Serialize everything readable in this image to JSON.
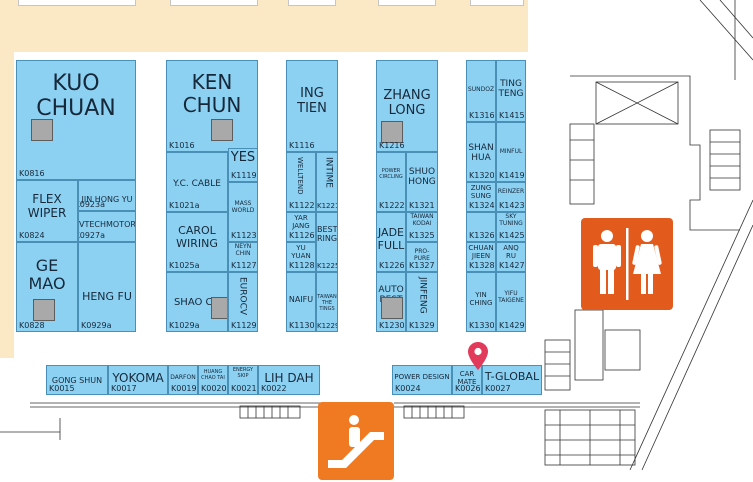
{
  "colors": {
    "booth": "#8dd1f2",
    "booth_border": "#4a8fb5",
    "zone": "#fbe8c4",
    "restroom": "#e25b1c",
    "escalator": "#ef7a22",
    "pin": "#e23a5b"
  },
  "icons": {
    "restroom": "restroom-icon",
    "escalator": "escalator-icon",
    "location": "map-pin-icon"
  },
  "booths": [
    {
      "name": "KUO\nCHUAN",
      "code": "K0816"
    },
    {
      "name": "FLEX\nWIPER",
      "code": "K0824"
    },
    {
      "name": "JIN HONG YU",
      "code": "K0923a"
    },
    {
      "name": "VTECHMOTOR",
      "code": "K0927a"
    },
    {
      "name": "GE\nMAO",
      "code": "K0828"
    },
    {
      "name": "HENG FU",
      "code": "K0929a"
    },
    {
      "name": "KEN\nCHUN",
      "code": "K1016"
    },
    {
      "name": "YES",
      "code": "K1119"
    },
    {
      "name": "Y.C. CABLE",
      "code": "K1021a"
    },
    {
      "name": "MASS\nWORLD",
      "code": "K1123"
    },
    {
      "name": "CAROL\nWIRING",
      "code": "K1025a"
    },
    {
      "name": "NEYN\nCHIN",
      "code": "K1127"
    },
    {
      "name": "SHAO CH",
      "code": "K1029a"
    },
    {
      "name": "EUROCV",
      "code": "K1129"
    },
    {
      "name": "ING\nTIEN",
      "code": "K1116"
    },
    {
      "name": "WELLTEND",
      "code": "K1122"
    },
    {
      "name": "INTIME",
      "code": "K1221"
    },
    {
      "name": "YAR\nJANG",
      "code": "K1126"
    },
    {
      "name": "BEST\nRING",
      "code": "K1225"
    },
    {
      "name": "YU\nYUAN",
      "code": "K1128"
    },
    {
      "name": "NAIFU",
      "code": "K1130"
    },
    {
      "name": "TAIWAN\nTHE TINGS",
      "code": "K1229"
    },
    {
      "name": "ZHANG\nLONG",
      "code": "K1216"
    },
    {
      "name": "POWER\nCIRCLING",
      "code": "K1222"
    },
    {
      "name": "SHUO\nHONG",
      "code": "K1321"
    },
    {
      "name": "TAIWAN\nKODAI",
      "code": "K1325"
    },
    {
      "name": "JADE\nFULL",
      "code": "K1226"
    },
    {
      "name": "PRO-PURE",
      "code": "K1327"
    },
    {
      "name": "AUTO\nBEST",
      "code": "K1230"
    },
    {
      "name": "JINFENG",
      "code": "K1329"
    },
    {
      "name": "SUNDOZ",
      "code": "K1316"
    },
    {
      "name": "TING\nTENG",
      "code": "K1415"
    },
    {
      "name": "SHAN\nHUA",
      "code": "K1320"
    },
    {
      "name": "MINFUL",
      "code": "K1419"
    },
    {
      "name": "ZUNG\nSUNG",
      "code": "K1324"
    },
    {
      "name": "REINZER",
      "code": "K1423"
    },
    {
      "name": "",
      "code": "K1326"
    },
    {
      "name": "SKY\nTUNING",
      "code": "K1425"
    },
    {
      "name": "CHUAN\nJIEEN",
      "code": "K1328"
    },
    {
      "name": "ANQ\nRU",
      "code": "K1427"
    },
    {
      "name": "YIN\nCHING",
      "code": "K1330"
    },
    {
      "name": "YIFU\nTAIGENE",
      "code": "K1429"
    },
    {
      "name": "GONG SHUN",
      "code": "K0015"
    },
    {
      "name": "YOKOMA",
      "code": "K0017"
    },
    {
      "name": "DARFON",
      "code": "K0019"
    },
    {
      "name": "HUANG\nCHAO TAI",
      "code": "K0020"
    },
    {
      "name": "ENERGY\nSKIP",
      "code": "K0021"
    },
    {
      "name": "LIH DAH",
      "code": "K0022"
    },
    {
      "name": "POWER DESIGN",
      "code": "K0024"
    },
    {
      "name": "CAR\nMATE",
      "code": "K0026"
    },
    {
      "name": "T-GLOBAL",
      "code": "K0027"
    }
  ]
}
